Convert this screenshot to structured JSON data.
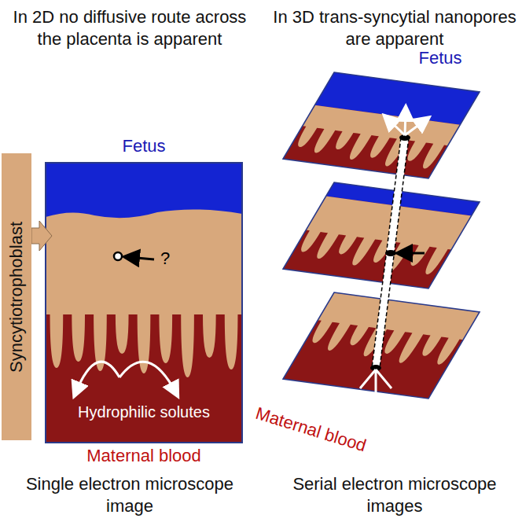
{
  "diagram": {
    "nodes": [
      {
        "text": [
          "Syncytiotrophoblast"
        ]
      }
    ],
    "labels": [
      "In 2D no diffusive route across the placenta is apparent",
      "In 3D trans-syncytial nanopores are apparent",
      "Fetus",
      "?",
      "Hydrophilic solutes",
      "Maternal blood",
      "Fetus",
      "Maternal blood",
      "Single electron microscope image",
      "Serial electron microscope images"
    ]
  }
}
